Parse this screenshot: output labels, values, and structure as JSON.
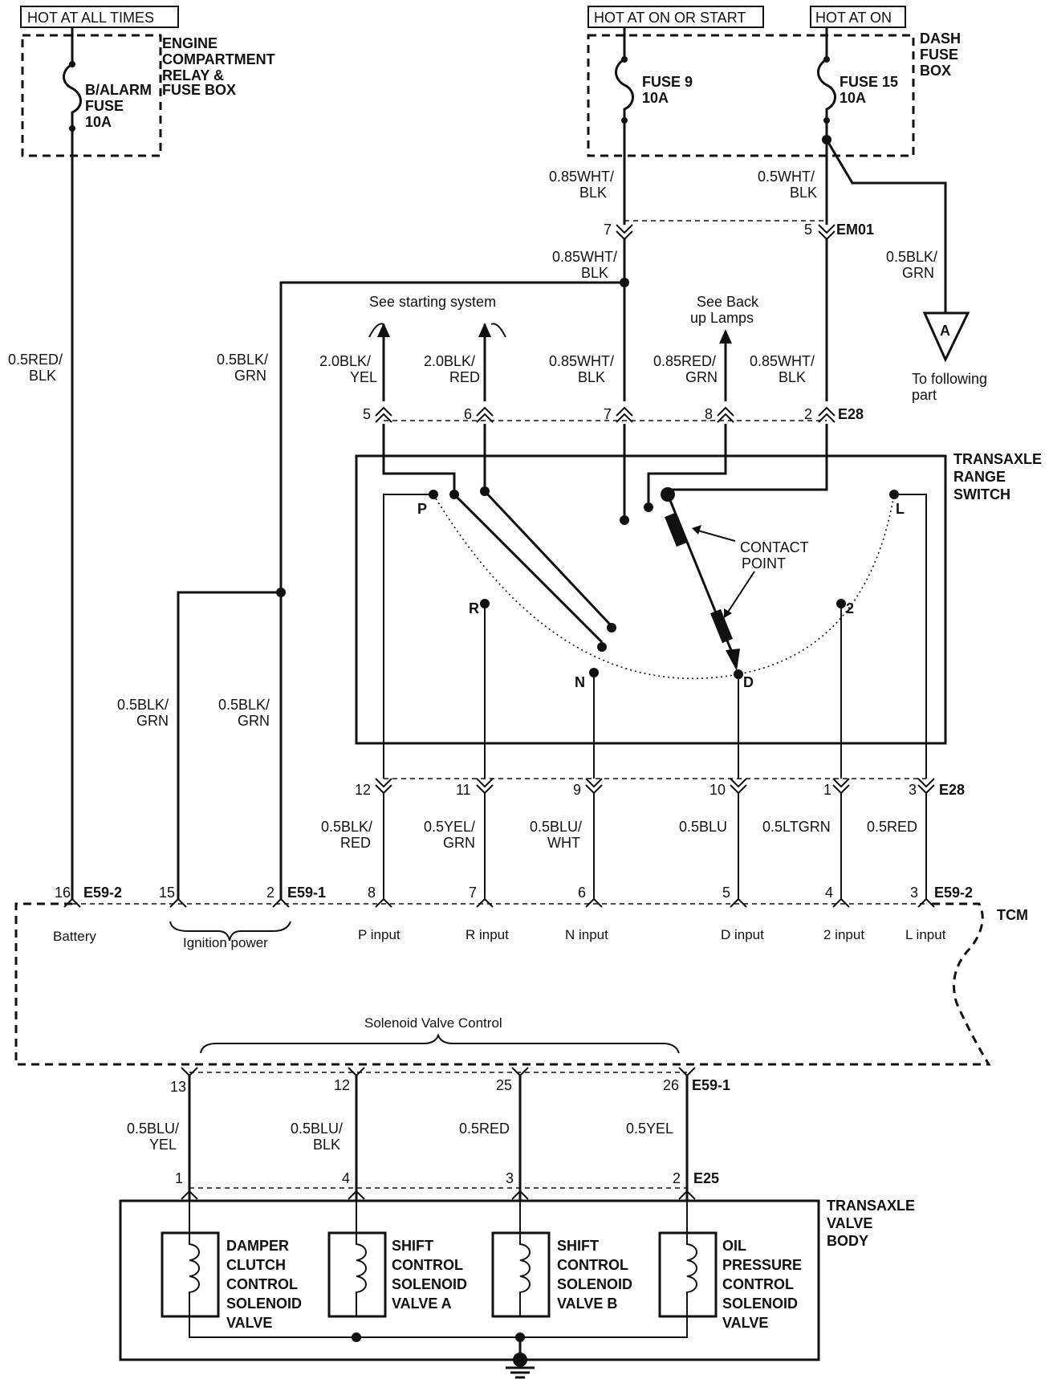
{
  "power_labels": {
    "hot_at_all_times": "HOT AT ALL TIMES",
    "hot_at_on_or_start": "HOT AT ON OR START",
    "hot_at_on": "HOT AT ON"
  },
  "engine_box": {
    "line1": "ENGINE",
    "line2": "COMPARTMENT",
    "line3": "RELAY &",
    "line4": "FUSE BOX",
    "fuse_line1": "B/ALARM",
    "fuse_line2": "FUSE",
    "fuse_line3": "10A"
  },
  "dash_box": {
    "line1": "DASH",
    "line2": "FUSE",
    "line3": "BOX",
    "fuse9_line1": "FUSE 9",
    "fuse9_line2": "10A",
    "fuse15_line1": "FUSE 15",
    "fuse15_line2": "10A"
  },
  "wires": {
    "w_085wht_blk_a1": "0.85WHT/",
    "w_085wht_blk_a2": "BLK",
    "w_05wht_blk_1": "0.5WHT/",
    "w_05wht_blk_2": "BLK",
    "w_085wht_blk_b1": "0.85WHT/",
    "w_085wht_blk_b2": "BLK",
    "w_05blk_grn_right1": "0.5BLK/",
    "w_05blk_grn_right2": "GRN",
    "w_05red_blk1": "0.5RED/",
    "w_05red_blk2": "BLK",
    "w_05blk_grn_mid1": "0.5BLK/",
    "w_05blk_grn_mid2": "GRN",
    "w_20blk_yel1": "2.0BLK/",
    "w_20blk_yel2": "YEL",
    "w_20blk_red1": "2.0BLK/",
    "w_20blk_red2": "RED",
    "w_085wht_blk_c1": "0.85WHT/",
    "w_085wht_blk_c2": "BLK",
    "w_085red_grn1": "0.85RED/",
    "w_085red_grn2": "GRN",
    "w_085wht_blk_d1": "0.85WHT/",
    "w_085wht_blk_d2": "BLK",
    "w_05blk_grn_l1": "0.5BLK/",
    "w_05blk_grn_l2": "GRN",
    "w_05blk_grn_l3": "0.5BLK/",
    "w_05blk_grn_l4": "GRN",
    "w_05blk_red1": "0.5BLK/",
    "w_05blk_red2": "RED",
    "w_05yel_grn1": "0.5YEL/",
    "w_05yel_grn2": "GRN",
    "w_05blu_wht1": "0.5BLU/",
    "w_05blu_wht2": "WHT",
    "w_05blu": "0.5BLU",
    "w_05ltgrn": "0.5LTGRN",
    "w_05red": "0.5RED",
    "w_05blu_yel1": "0.5BLU/",
    "w_05blu_yel2": "YEL",
    "w_05blu_blk1": "0.5BLU/",
    "w_05blu_blk2": "BLK",
    "w_05red_b": "0.5RED",
    "w_05yel": "0.5YEL"
  },
  "connectors": {
    "em01": "EM01",
    "e28_top": "E28",
    "e28_bottom": "E28",
    "e59_2_left": "E59-2",
    "e59_1_left": "E59-1",
    "e59_2_right": "E59-2",
    "e59_1_bottom": "E59-1",
    "e25": "E25"
  },
  "pins": {
    "em01_7": "7",
    "em01_5": "5",
    "e28_5": "5",
    "e28_6": "6",
    "e28_7": "7",
    "e28_8": "8",
    "e28_2": "2",
    "e28_12": "12",
    "e28_11": "11",
    "e28_9": "9",
    "e28_10": "10",
    "e28_1": "1",
    "e28_3": "3",
    "tcm_16": "16",
    "tcm_15": "15",
    "tcm_2": "2",
    "tcm_8": "8",
    "tcm_7": "7",
    "tcm_6": "6",
    "tcm_5": "5",
    "tcm_4": "4",
    "tcm_3": "3",
    "tcm_13": "13",
    "tcm_12": "12",
    "tcm_25": "25",
    "tcm_26": "26",
    "e25_1": "1",
    "e25_4": "4",
    "e25_3": "3",
    "e25_2": "2"
  },
  "notes": {
    "see_starting": "See starting system",
    "see_back1": "See Back",
    "see_back2": "up Lamps",
    "following1": "To following",
    "following2": "part",
    "ref_a": "A",
    "contact1": "CONTACT",
    "contact2": "POINT"
  },
  "range_switch": {
    "title1": "TRANSAXLE",
    "title2": "RANGE",
    "title3": "SWITCH",
    "pos_p": "P",
    "pos_r": "R",
    "pos_n": "N",
    "pos_d": "D",
    "pos_2": "2",
    "pos_l": "L"
  },
  "tcm": {
    "name": "TCM",
    "battery": "Battery",
    "ignition_power": "Ignition power",
    "p_input": "P input",
    "r_input": "R input",
    "n_input": "N input",
    "d_input": "D input",
    "two_input": "2 input",
    "l_input": "L input",
    "solenoid_control": "Solenoid Valve Control"
  },
  "valve_body": {
    "title1": "TRANSAXLE",
    "title2": "VALVE",
    "title3": "BODY",
    "damper": [
      "DAMPER",
      "CLUTCH",
      "CONTROL",
      "SOLENOID",
      "VALVE"
    ],
    "shift_a": [
      "SHIFT",
      "CONTROL",
      "SOLENOID",
      "VALVE A"
    ],
    "shift_b": [
      "SHIFT",
      "CONTROL",
      "SOLENOID",
      "VALVE B"
    ],
    "oil": [
      "OIL",
      "PRESSURE",
      "CONTROL",
      "SOLENOID",
      "VALVE"
    ]
  }
}
